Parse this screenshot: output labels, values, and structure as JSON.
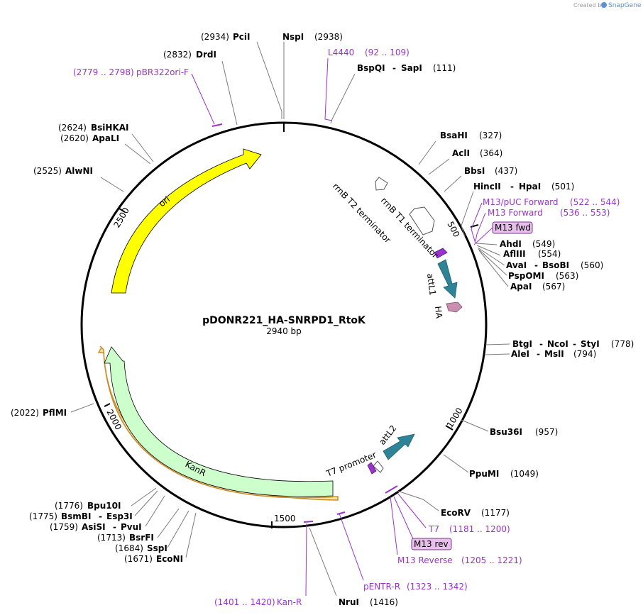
{
  "branding": {
    "created_by": "Created by",
    "brand": "SnapGene"
  },
  "plasmid": {
    "name": "pDONR221_HA-SNRPD1_RtoK",
    "length": "2940 bp"
  },
  "ticks": [
    "500",
    "1000",
    "1500",
    "2000",
    "2500"
  ],
  "features": [
    {
      "label": "ori",
      "color": "#ffff00"
    },
    {
      "label": "KanR",
      "color": "#ccffcc"
    },
    {
      "label": "attL1",
      "color": "#2f8396"
    },
    {
      "label": "attL2",
      "color": "#2f8396"
    },
    {
      "label": "HA",
      "color": "#c98fb0"
    },
    {
      "label": "rrnB T1 terminator",
      "color": "#ffffff"
    },
    {
      "label": "rrnB T2 terminator",
      "color": "#ffffff"
    },
    {
      "label": "T7 promoter",
      "color": "#ffffff"
    }
  ],
  "sites": [
    {
      "name": "PciI",
      "pos": "(2934)"
    },
    {
      "name": "NspI",
      "pos": "(2938)"
    },
    {
      "name": "DrdI",
      "pos": "(2832)"
    },
    {
      "name": "BspQI",
      "name2": "SapI",
      "pos": "(111)"
    },
    {
      "name": "BsiHKAI",
      "pos": "(2624)"
    },
    {
      "name": "ApaLI",
      "pos": "(2620)"
    },
    {
      "name": "AlwNI",
      "pos": "(2525)"
    },
    {
      "name": "BsaHI",
      "pos": "(327)"
    },
    {
      "name": "AclI",
      "pos": "(364)"
    },
    {
      "name": "BbsI",
      "pos": "(437)"
    },
    {
      "name": "HincII",
      "name2": "HpaI",
      "pos": "(501)"
    },
    {
      "name": "AhdI",
      "pos": "(549)"
    },
    {
      "name": "AflIII",
      "pos": "(554)"
    },
    {
      "name": "AvaI",
      "name2": "BsoBI",
      "pos": "(560)"
    },
    {
      "name": "PspOMI",
      "pos": "(563)"
    },
    {
      "name": "ApaI",
      "pos": "(567)"
    },
    {
      "name": "BtgI",
      "name2": "NcoI",
      "name3": "StyI",
      "pos": "(778)"
    },
    {
      "name": "AleI",
      "name2": "MslI",
      "pos": "(794)"
    },
    {
      "name": "Bsu36I",
      "pos": "(957)"
    },
    {
      "name": "PpuMI",
      "pos": "(1049)"
    },
    {
      "name": "EcoRV",
      "pos": "(1177)"
    },
    {
      "name": "NruI",
      "pos": "(1416)"
    },
    {
      "name": "PflMI",
      "pos": "(2022)"
    },
    {
      "name": "Bpu10I",
      "pos": "(1776)"
    },
    {
      "name": "BsmBI",
      "name2": "Esp3I",
      "pos": "(1775)"
    },
    {
      "name": "AsiSI",
      "name2": "PvuI",
      "pos": "(1759)"
    },
    {
      "name": "BsrFI",
      "pos": "(1713)"
    },
    {
      "name": "SspI",
      "pos": "(1684)"
    },
    {
      "name": "EcoNI",
      "pos": "(1671)"
    }
  ],
  "primers": [
    {
      "name": "L4440",
      "range": "(92 .. 109)"
    },
    {
      "name": "pBR322ori-F",
      "range": "(2779 .. 2798)"
    },
    {
      "name": "M13/pUC Forward",
      "range": "(522 .. 544)"
    },
    {
      "name": "M13 Forward",
      "range": "(536 .. 553)"
    },
    {
      "name": "M13 fwd",
      "range": ""
    },
    {
      "name": "T7",
      "range": "(1181 .. 1200)"
    },
    {
      "name": "M13 rev",
      "range": ""
    },
    {
      "name": "M13 Reverse",
      "range": "(1205 .. 1221)"
    },
    {
      "name": "pENTR-R",
      "range": "(1323 .. 1342)"
    },
    {
      "name": "Kan-R",
      "range": "(1401 .. 1420)"
    }
  ],
  "separator": "-"
}
